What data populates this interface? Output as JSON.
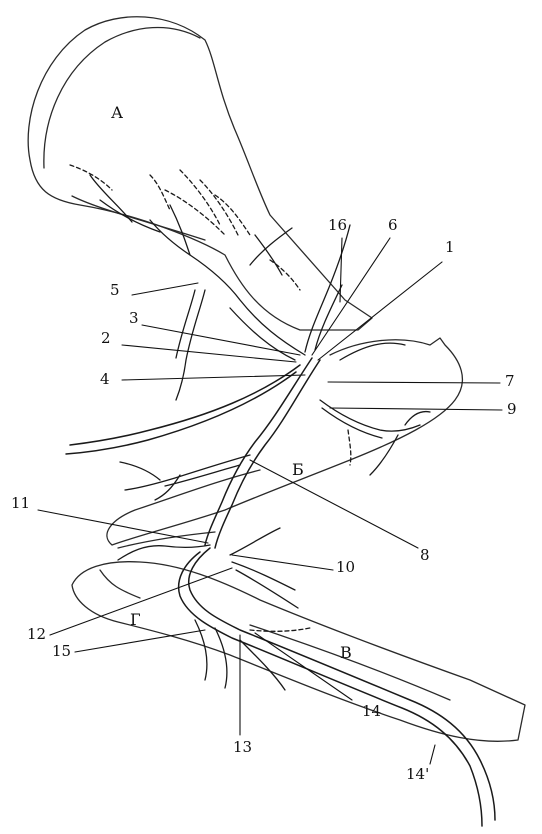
{
  "regions": {
    "a": "А",
    "b": "Б",
    "v": "В",
    "g": "Г"
  },
  "labels": {
    "l1": "1",
    "l2": "2",
    "l3": "3",
    "l4": "4",
    "l5": "5",
    "l6": "6",
    "l7": "7",
    "l8": "8",
    "l9": "9",
    "l10": "10",
    "l11": "11",
    "l12": "12",
    "l13": "13",
    "l14": "14",
    "l14p": "14'",
    "l15": "15",
    "l16": "16"
  },
  "colors": {
    "line": "#1a1a1a",
    "outline": "#3a3a3a",
    "background": "#ffffff"
  }
}
